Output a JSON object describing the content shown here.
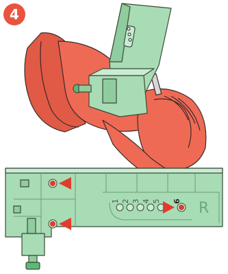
{
  "step": {
    "number": "4"
  },
  "jig": {
    "hole_labels": [
      "1",
      "2",
      "3",
      "4",
      "5",
      "6"
    ],
    "side_label": "R"
  },
  "colors": {
    "badge": "#e8543f",
    "drill_body": "#ef6a55",
    "jig_green": "#a8dcb4",
    "marker_red": "#e23b2e"
  }
}
